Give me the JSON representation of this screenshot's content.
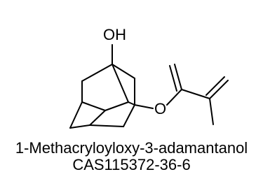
{
  "structure": {
    "hydroxyl_label": "OH",
    "ether_oxygen_label": "O"
  },
  "caption": {
    "compound_name": "1-Methacryloyloxy-3-adamantanol",
    "cas_number": "CAS115372-36-6"
  }
}
